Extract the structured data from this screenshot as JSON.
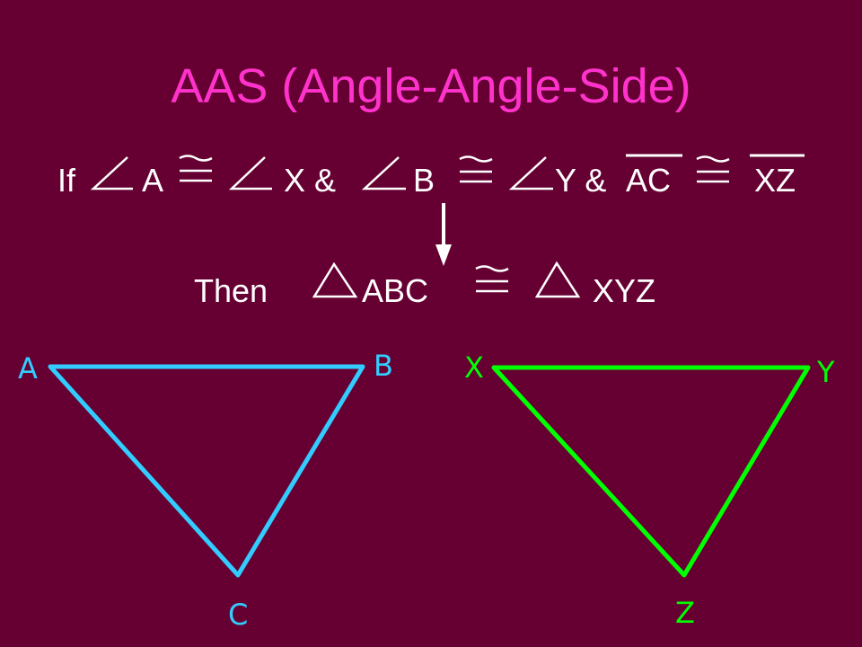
{
  "title": "AAS (Angle-Angle-Side)",
  "colors": {
    "background": "#660033",
    "title": "#FF33CC",
    "text": "#FFFFFF",
    "triangle_left": "#33CCFF",
    "triangle_right": "#00FF00"
  },
  "icons": [
    "angle-icon",
    "congruent-icon",
    "triangle-icon",
    "down-arrow-icon"
  ],
  "if_line": {
    "if_word": "If",
    "angle1": "A",
    "angle2": "X &",
    "angle3": "B",
    "angle4": "Y & ",
    "seg1": "AC",
    "seg2": "XZ"
  },
  "then_line": {
    "then_word": "Then",
    "tri1": "ABC",
    "tri2": "XYZ"
  },
  "triangle_left": {
    "a": "A",
    "b": "B",
    "c": "C"
  },
  "triangle_right": {
    "x": "X",
    "y": "Y",
    "z": "Z"
  }
}
